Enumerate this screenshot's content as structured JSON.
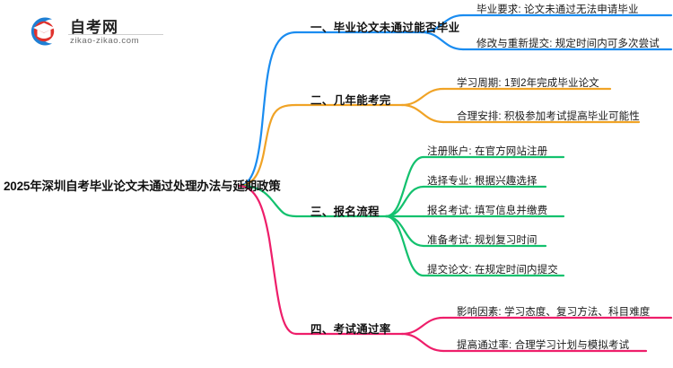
{
  "logo": {
    "brand_cn": "自考网",
    "brand_url": "zikao-zikao.com",
    "mark_icon": "graduation-cap-icon",
    "colors": {
      "ring": "#1e7fd4",
      "cap": "#e0322d"
    }
  },
  "mindmap": {
    "root": {
      "label": "2025年深圳自考毕业论文未通过处理办法与延期政策"
    },
    "colors": {
      "branch1": "#1a8cf0",
      "branch2": "#f0a326",
      "branch3": "#13c16e",
      "branch4": "#ee1e6a"
    },
    "branches": [
      {
        "label": "一、毕业论文未通过能否毕业",
        "color": "#1a8cf0",
        "leaves": [
          {
            "label": "毕业要求: 论文未通过无法申请毕业"
          },
          {
            "label": "修改与重新提交: 规定时间内可多次尝试"
          }
        ]
      },
      {
        "label": "二、几年能考完",
        "color": "#f0a326",
        "leaves": [
          {
            "label": "学习周期: 1到2年完成毕业论文"
          },
          {
            "label": "合理安排: 积极参加考试提高毕业可能性"
          }
        ]
      },
      {
        "label": "三、报名流程",
        "color": "#13c16e",
        "leaves": [
          {
            "label": "注册账户: 在官方网站注册"
          },
          {
            "label": "选择专业: 根据兴趣选择"
          },
          {
            "label": "报名考试: 填写信息并缴费"
          },
          {
            "label": "准备考试: 规划复习时间"
          },
          {
            "label": "提交论文: 在规定时间内提交"
          }
        ]
      },
      {
        "label": "四、考试通过率",
        "color": "#ee1e6a",
        "leaves": [
          {
            "label": "影响因素: 学习态度、复习方法、科目难度"
          },
          {
            "label": "提高通过率: 合理学习计划与模拟考试"
          }
        ]
      }
    ]
  }
}
